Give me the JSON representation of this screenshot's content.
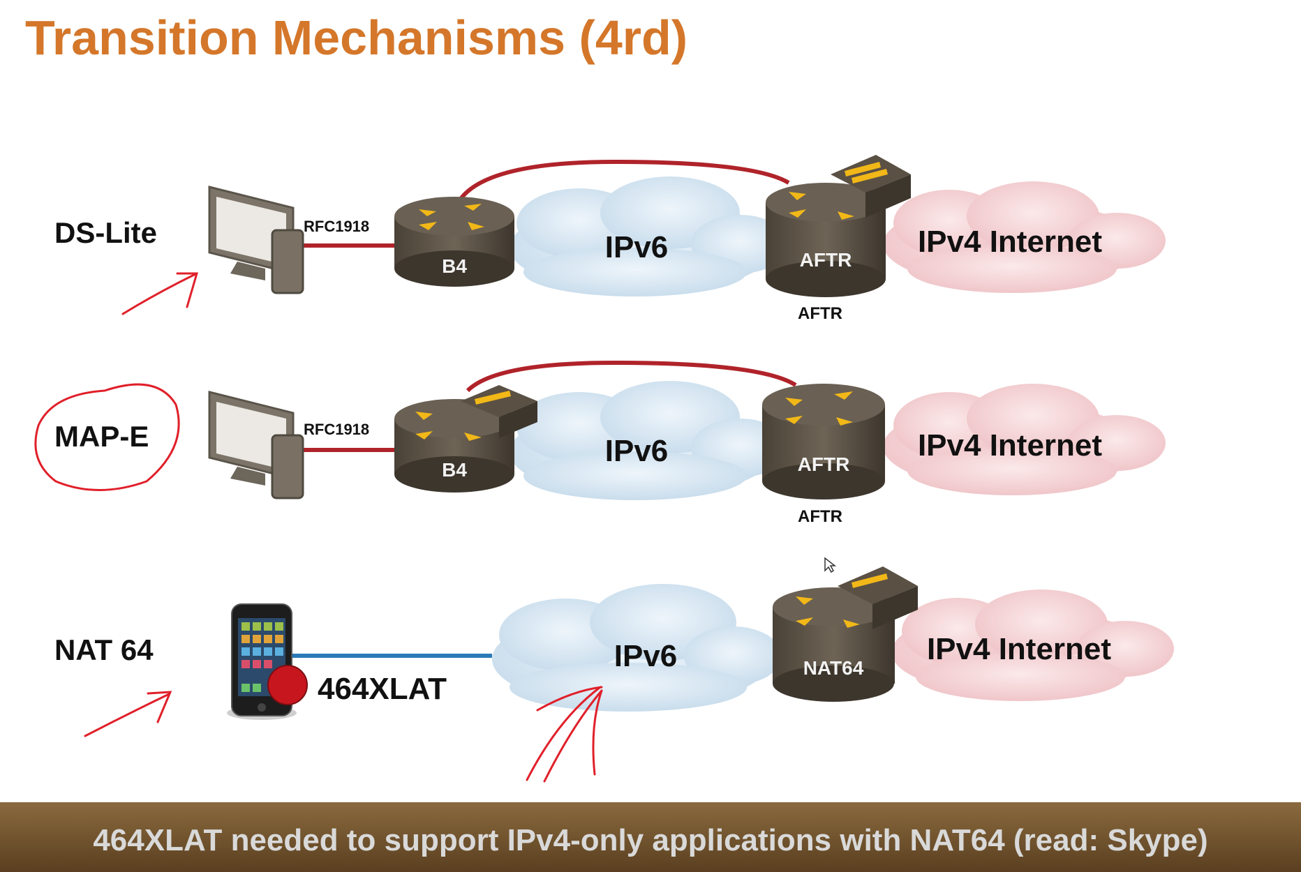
{
  "title": "Transition Mechanisms (4rd)",
  "rows": {
    "ds_lite": {
      "label": "DS-Lite",
      "link_label": "RFC1918",
      "cpe_label": "B4",
      "cloud_label": "IPv6",
      "router_label": "AFTR",
      "under_label": "AFTR",
      "internet_label": "IPv4 Internet"
    },
    "map_e": {
      "label": "MAP-E",
      "link_label": "RFC1918",
      "cpe_label": "B4",
      "cloud_label": "IPv6",
      "router_label": "AFTR",
      "under_label": "AFTR",
      "internet_label": "IPv4 Internet"
    },
    "nat64": {
      "label": "NAT 64",
      "client_label": "464XLAT",
      "cloud_label": "IPv6",
      "router_label": "NAT64",
      "internet_label": "IPv4 Internet"
    }
  },
  "footer": {
    "text": "464XLAT needed to support IPv4-only applications with NAT64 (read: Skype)"
  },
  "colors": {
    "title": "#d4772a",
    "tunnel": "#b0232a",
    "ipv6_link": "#2a7ab8",
    "annotation": "#e0202a",
    "router": "#5e5548",
    "arrow": "#f2b818",
    "ipv6_cloud": "#d5e6f2",
    "ipv4_cloud": "#f7d5d8",
    "footer": "#6b4e2c"
  }
}
